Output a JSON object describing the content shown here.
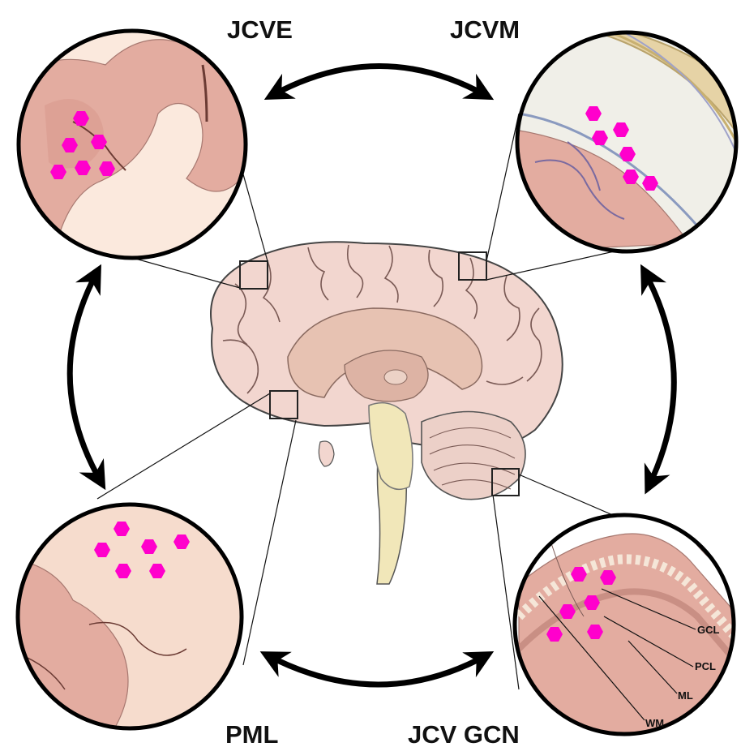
{
  "labels": {
    "top_left": "JCVE",
    "top_right": "JCVM",
    "bottom_left": "PML",
    "bottom_right": "JCV GCN"
  },
  "layer_labels": {
    "gcl": "GCL",
    "pcl": "PCL",
    "ml": "ML",
    "wm": "WM"
  },
  "colors": {
    "virus_marker": "#ff00cc",
    "brain_tissue": "#f2d6cf",
    "white_matter": "#fbe9dd",
    "cortex": "#e3aca0",
    "brainstem": "#f1e7b9",
    "outline": "#2a2a2a",
    "arrow": "#000000"
  }
}
